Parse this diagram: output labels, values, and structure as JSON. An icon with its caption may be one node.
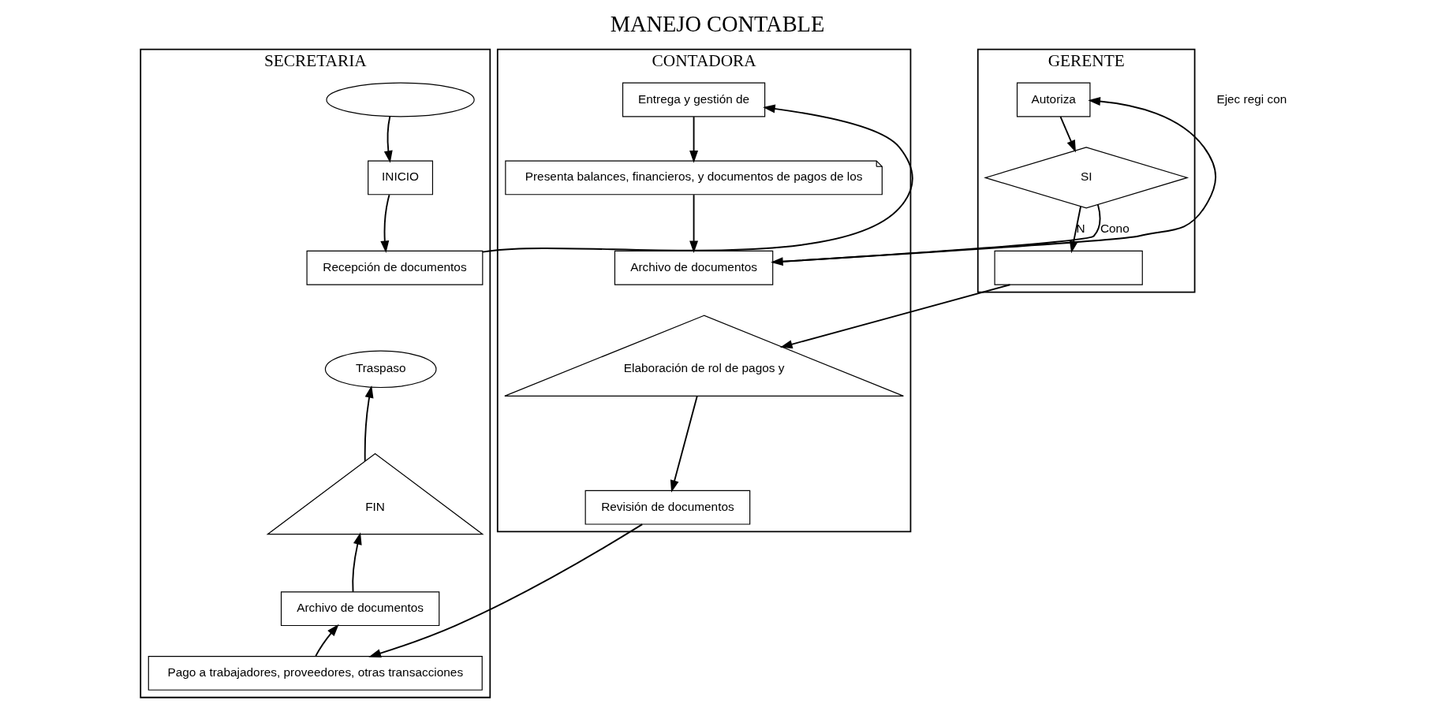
{
  "diagram": {
    "title": "MANEJO CONTABLE",
    "nodes": [
      {
        "text": [
          "SECRETARIA"
        ]
      },
      {
        "text": [
          "CONTADORA"
        ]
      },
      {
        "text": [
          "GERENTE"
        ]
      },
      {
        "text": [],
        "shape": "ellipse",
        "in": 0
      },
      {
        "text": [
          "INICIO"
        ],
        "in": 0
      },
      {
        "text": [
          "Recepción de documentos"
        ],
        "in": 0
      },
      {
        "text": [
          "Traspaso"
        ],
        "in": 0
      },
      {
        "text": [
          "FIN"
        ],
        "in": 0
      },
      {
        "text": [
          "Archivo de documentos"
        ],
        "in": 0
      },
      {
        "text": [
          "Pago a trabajadores, proveedores, otras transacciones"
        ],
        "in": 0
      },
      {
        "text": [
          "Entrega y gestión de"
        ],
        "in": 1
      },
      {
        "text": [
          "Presenta balances, financieros, y documentos de pagos de los"
        ],
        "in": 1
      },
      {
        "text": [
          "Archivo de documentos"
        ],
        "in": 1
      },
      {
        "text": [
          "Elaboración de rol de pagos y"
        ],
        "in": 1
      },
      {
        "text": [
          "Revisión de documentos"
        ],
        "in": 1
      },
      {
        "text": [
          "Autoriza"
        ],
        "in": 2
      },
      {
        "text": [
          "SI"
        ],
        "in": 2
      },
      {
        "text": [],
        "shape": "box",
        "in": 2
      }
    ],
    "edges": [
      {
        "from": 3,
        "to": 4,
        "arrow": "to"
      },
      {
        "from": 4,
        "to": 5,
        "arrow": "to"
      },
      {
        "from": 5,
        "to": 10,
        "arrow": "to"
      },
      {
        "from": 10,
        "to": 11,
        "arrow": "to"
      },
      {
        "from": 11,
        "to": 12,
        "arrow": "to"
      },
      {
        "from": 12,
        "to": 15,
        "arrow": "to"
      },
      {
        "from": 15,
        "to": 16,
        "arrow": "to"
      },
      {
        "from": 16,
        "to": 17,
        "label": "N",
        "arrow": "to"
      },
      {
        "from": 16,
        "to": 12,
        "label": "Cono",
        "arrow": "to"
      },
      {
        "from": 17,
        "to": 13,
        "arrow": "to"
      },
      {
        "from": 13,
        "to": 14,
        "arrow": "to"
      },
      {
        "from": 14,
        "to": 9,
        "arrow": "to"
      },
      {
        "from": 9,
        "to": 8,
        "arrow": "to"
      },
      {
        "from": 8,
        "to": 7,
        "arrow": "to"
      },
      {
        "from": 7,
        "to": 6,
        "arrow": "to"
      }
    ],
    "labels": [
      "Ejec regi con"
    ]
  }
}
